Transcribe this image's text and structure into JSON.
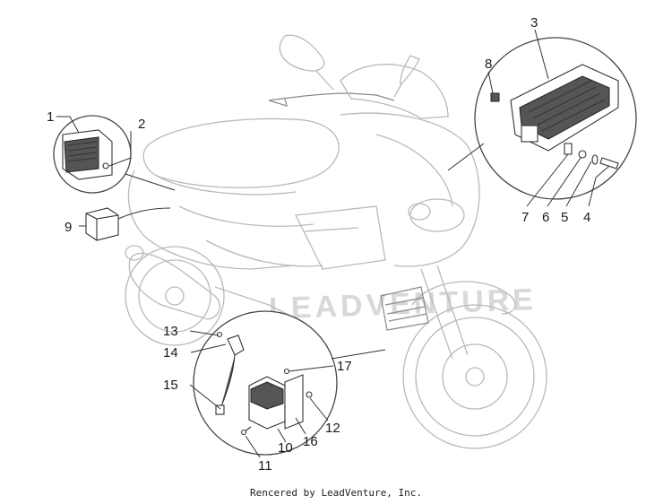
{
  "diagram": {
    "callouts": [
      {
        "id": "c1",
        "text": "1"
      },
      {
        "id": "c2",
        "text": "2"
      },
      {
        "id": "c3",
        "text": "3"
      },
      {
        "id": "c4",
        "text": "4"
      },
      {
        "id": "c5",
        "text": "5"
      },
      {
        "id": "c6",
        "text": "6"
      },
      {
        "id": "c7",
        "text": "7"
      },
      {
        "id": "c8",
        "text": "8"
      },
      {
        "id": "c9",
        "text": "9"
      },
      {
        "id": "c10",
        "text": "10"
      },
      {
        "id": "c11",
        "text": "11"
      },
      {
        "id": "c12",
        "text": "12"
      },
      {
        "id": "c13",
        "text": "13"
      },
      {
        "id": "c14",
        "text": "14"
      },
      {
        "id": "c15",
        "text": "15"
      },
      {
        "id": "c16",
        "text": "16"
      },
      {
        "id": "c17",
        "text": "17"
      }
    ],
    "watermark": "LEADVENTURE",
    "credit": "Rencered by LeadVenture, Inc."
  }
}
